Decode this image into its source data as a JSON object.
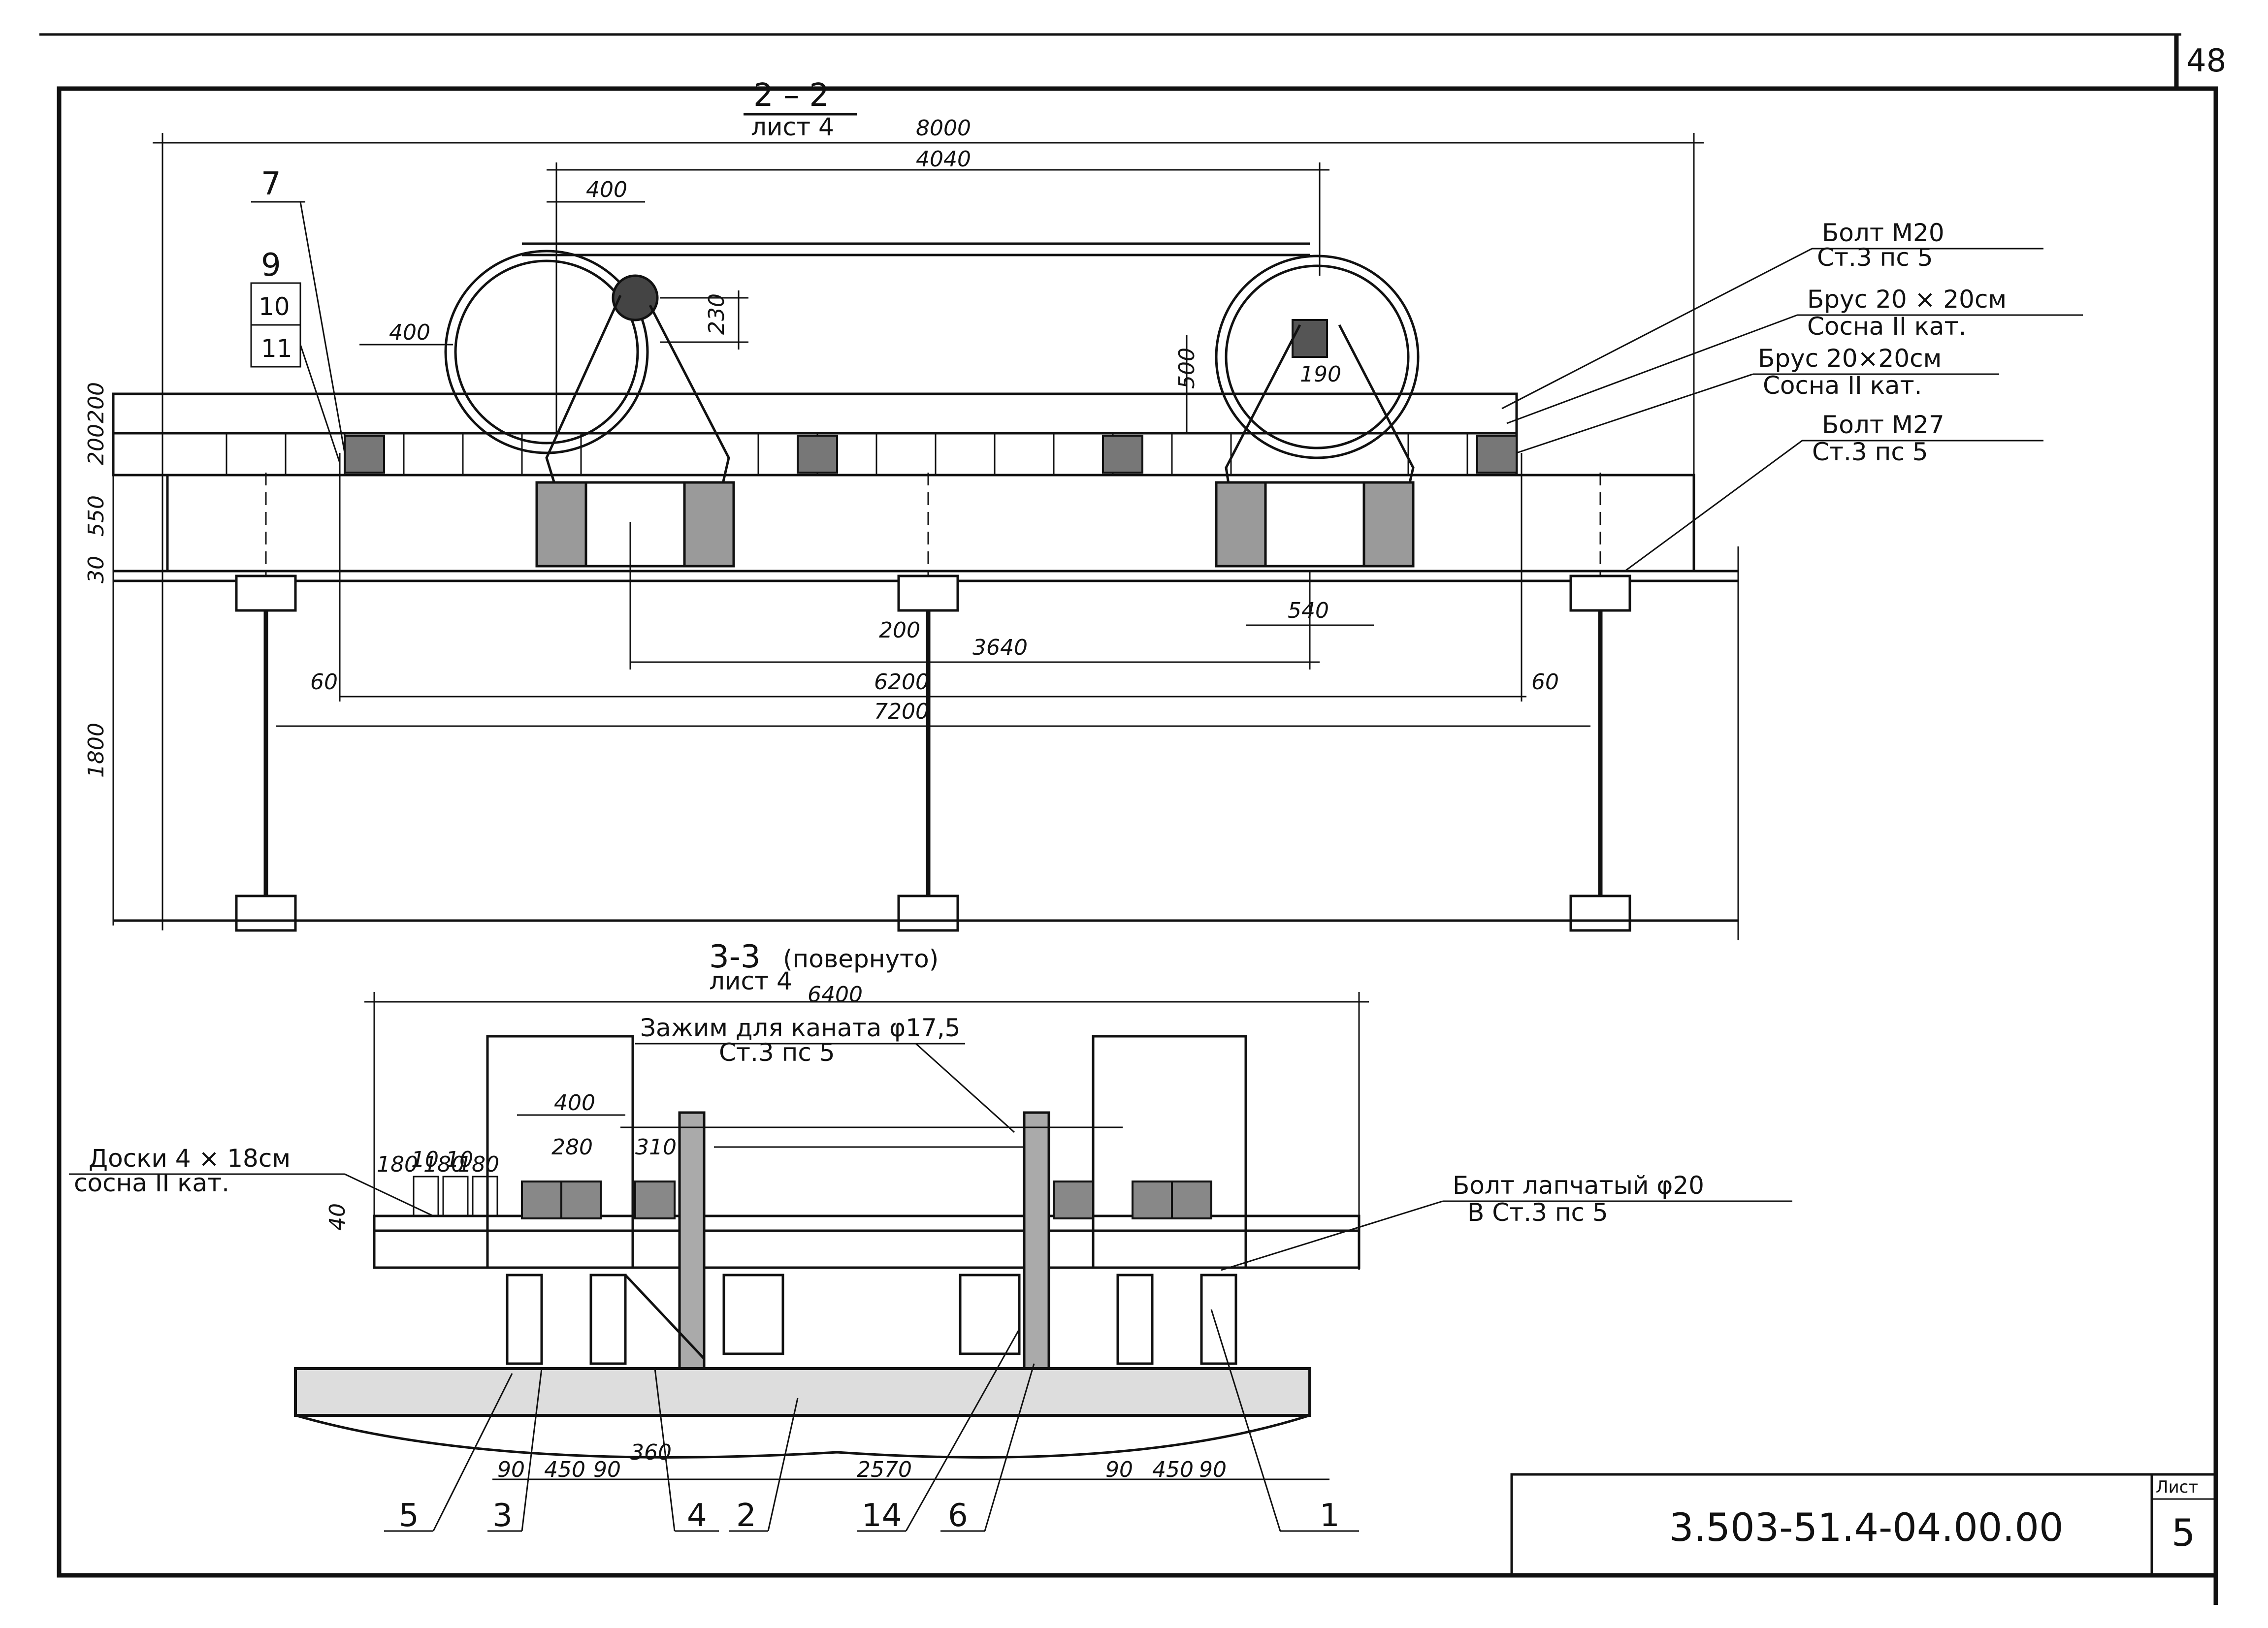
{
  "sheet_corner_number": "48",
  "section_2_2": {
    "title": "2 – 2",
    "ref": "лист 4",
    "dims": {
      "overall": "8000",
      "top_span": "4040",
      "drum_offset": "400",
      "left_400": "400",
      "drum_h": "230",
      "right_500": "500",
      "right_190": "190",
      "beam_540": "540",
      "d200": "200",
      "d3640": "3640",
      "d6200": "6200",
      "d7200": "7200",
      "d60_left": "60",
      "d60_right": "60",
      "v200a": "200",
      "v200b": "200",
      "v550": "550",
      "v30": "30",
      "v1800": "1800"
    },
    "position_marks": [
      "7",
      "9",
      "10",
      "11"
    ],
    "callouts": [
      {
        "line1": "Болт М20",
        "line2": "Ст.3 пс 5"
      },
      {
        "line1": "Брус 20 × 20см",
        "line2": "Сосна II кат."
      },
      {
        "line1": "Брус 20×20см",
        "line2": "Сосна II кат."
      },
      {
        "line1": "Болт М27",
        "line2": "Ст.3 пс 5"
      }
    ]
  },
  "section_3_3": {
    "title": "3-3",
    "title_note": "(повернуто)",
    "ref": "лист 4",
    "dims": {
      "overall": "6400",
      "d400": "400",
      "d280": "280",
      "d310": "310",
      "d180a": "180",
      "d10a": "10",
      "d180b": "180",
      "d10b": "10",
      "d180c": "180",
      "d40": "40",
      "d90a": "90",
      "d450a": "450",
      "d90b": "90",
      "d360": "360",
      "d2570": "2570",
      "d90c": "90",
      "d450b": "450",
      "d90d": "90"
    },
    "callouts": [
      {
        "line1": "Зажим для каната φ17,5",
        "line2": "Ст.3 пс 5"
      },
      {
        "line1": "Доски 4 × 18см",
        "line2": "сосна II кат."
      },
      {
        "line1": "Болт лапчатый φ20",
        "line2": "В Ст.3 пс 5"
      }
    ],
    "position_marks": [
      "5",
      "3",
      "4",
      "2",
      "14",
      "6",
      "1"
    ]
  },
  "title_block": {
    "designation": "3.503-51.4-04.00.00",
    "sheet_label": "Лист",
    "sheet_number": "5"
  }
}
